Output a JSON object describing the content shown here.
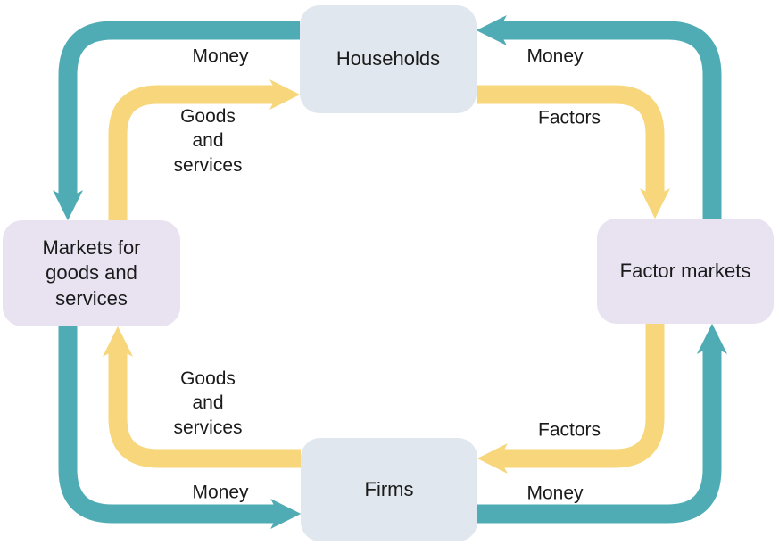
{
  "diagram": {
    "type": "circular-flow",
    "nodes": {
      "households": "Households",
      "factor_markets": "Factor markets",
      "firms": "Firms",
      "goods_market": "Markets for\ngoods and\nservices"
    },
    "flows": {
      "money_top_left": "Money",
      "goods_top_left": "Goods\nand\nservices",
      "money_top_right": "Money",
      "factors_top_right": "Factors",
      "factors_bottom_right": "Factors",
      "money_bottom_right": "Money",
      "goods_bottom_left": "Goods\nand\nservices",
      "money_bottom_left": "Money"
    },
    "colors": {
      "money_flow": "#4FACB5",
      "goods_factors_flow": "#F7D67C",
      "households_firms_box": "#E1E7EE",
      "markets_box": "#E8E2F1",
      "label_text": "#1A1A1A",
      "background": "#FFFFFF"
    }
  }
}
